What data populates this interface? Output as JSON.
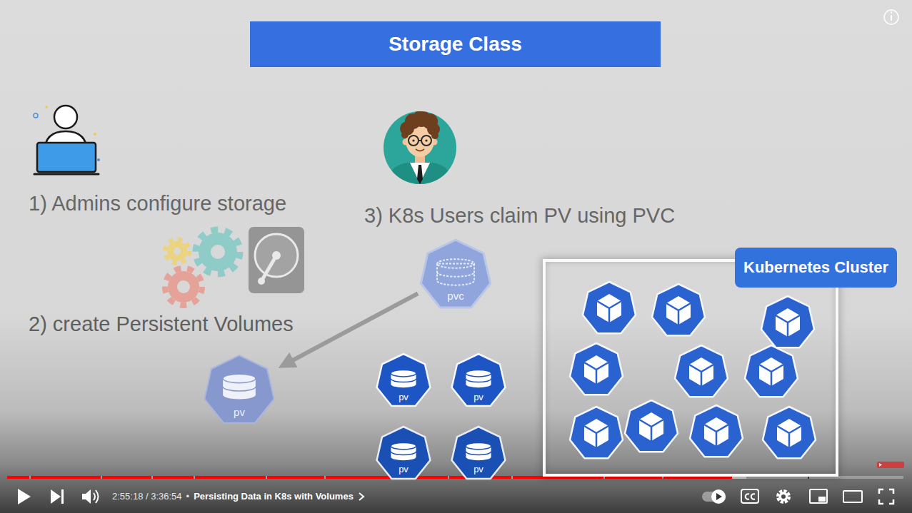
{
  "diagram": {
    "title": "Storage Class",
    "nodes": [
      {
        "text": [
          "pvc"
        ]
      },
      {
        "text": [
          "Kubernetes Cluster"
        ]
      },
      {
        "text": [
          "pv"
        ]
      },
      {
        "text": [
          "pv"
        ]
      },
      {
        "text": [
          "pv"
        ]
      },
      {
        "text": [
          "pv"
        ]
      },
      {
        "text": [
          "pv"
        ]
      }
    ],
    "edges": [
      {
        "from": 0,
        "to": 2,
        "arrow": "to"
      }
    ],
    "labels": [
      "1) Admins configure storage",
      "2) create Persistent Volumes",
      "3) K8s Users claim PV using PVC",
      "2:55:18 / 3:36:54",
      "•",
      "Persisting Data in K8s with Volumes"
    ]
  }
}
